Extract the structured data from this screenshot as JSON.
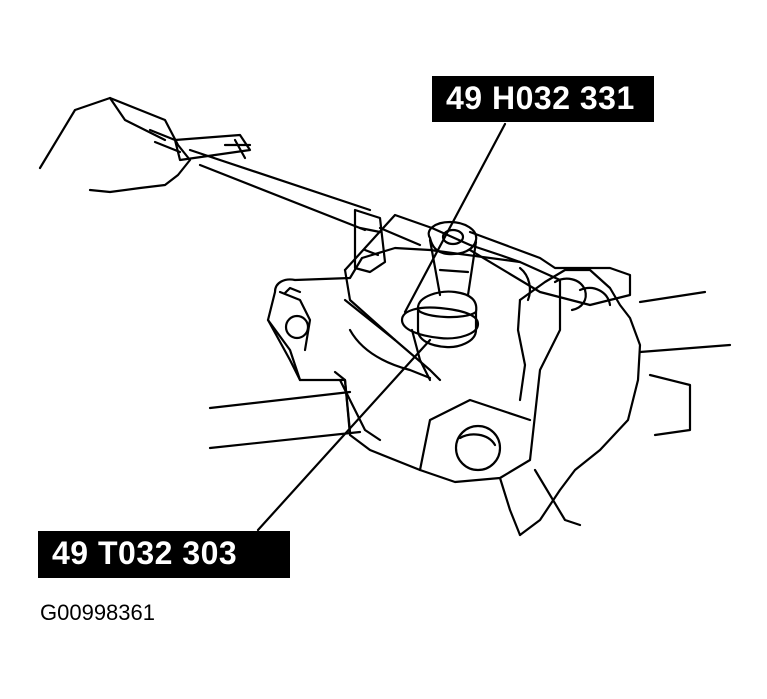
{
  "callouts": {
    "top": "49 H032 331",
    "bottom": "49 T032 303"
  },
  "figure_id": "G00998361",
  "colors": {
    "line": "#000000",
    "background": "#ffffff",
    "label_bg": "#000000",
    "label_text": "#ffffff"
  }
}
